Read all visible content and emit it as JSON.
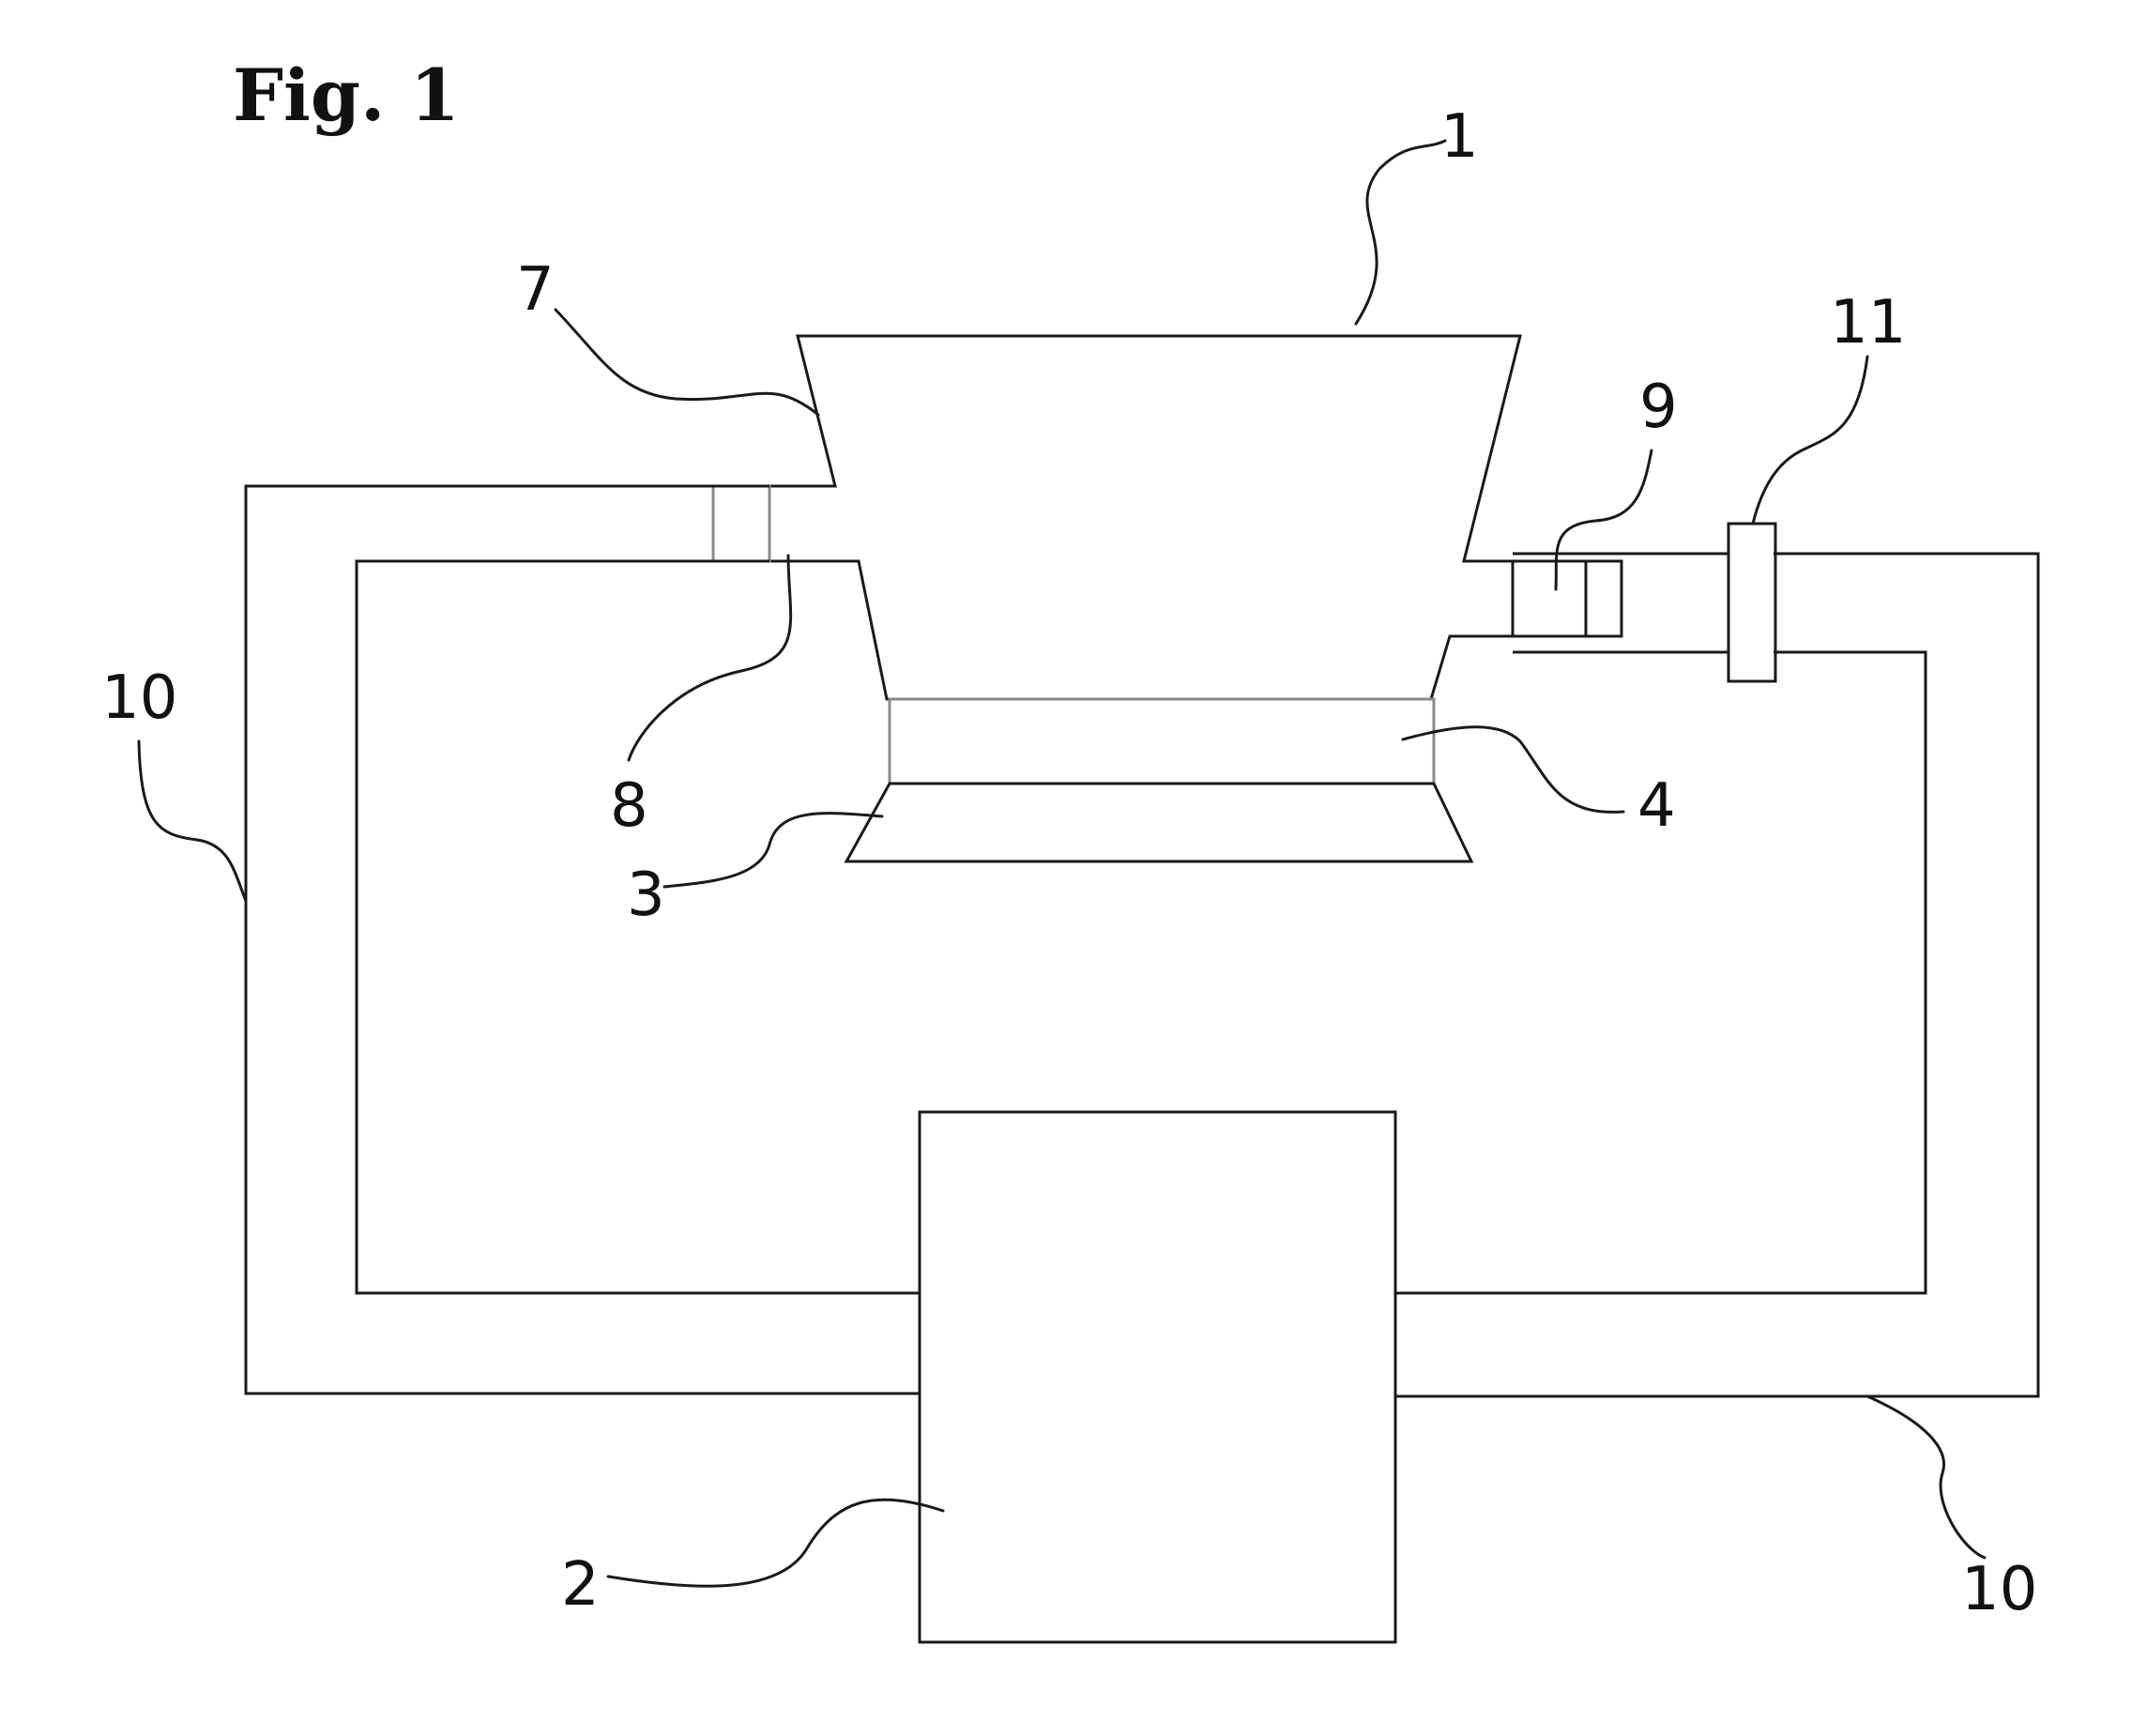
{
  "figure": {
    "title": "Fig. 1"
  },
  "labels": {
    "l1": "1",
    "l2": "2",
    "l3": "3",
    "l4": "4",
    "l7": "7",
    "l8": "8",
    "l9": "9",
    "l10_left": "10",
    "l10_right": "10",
    "l11": "11"
  }
}
